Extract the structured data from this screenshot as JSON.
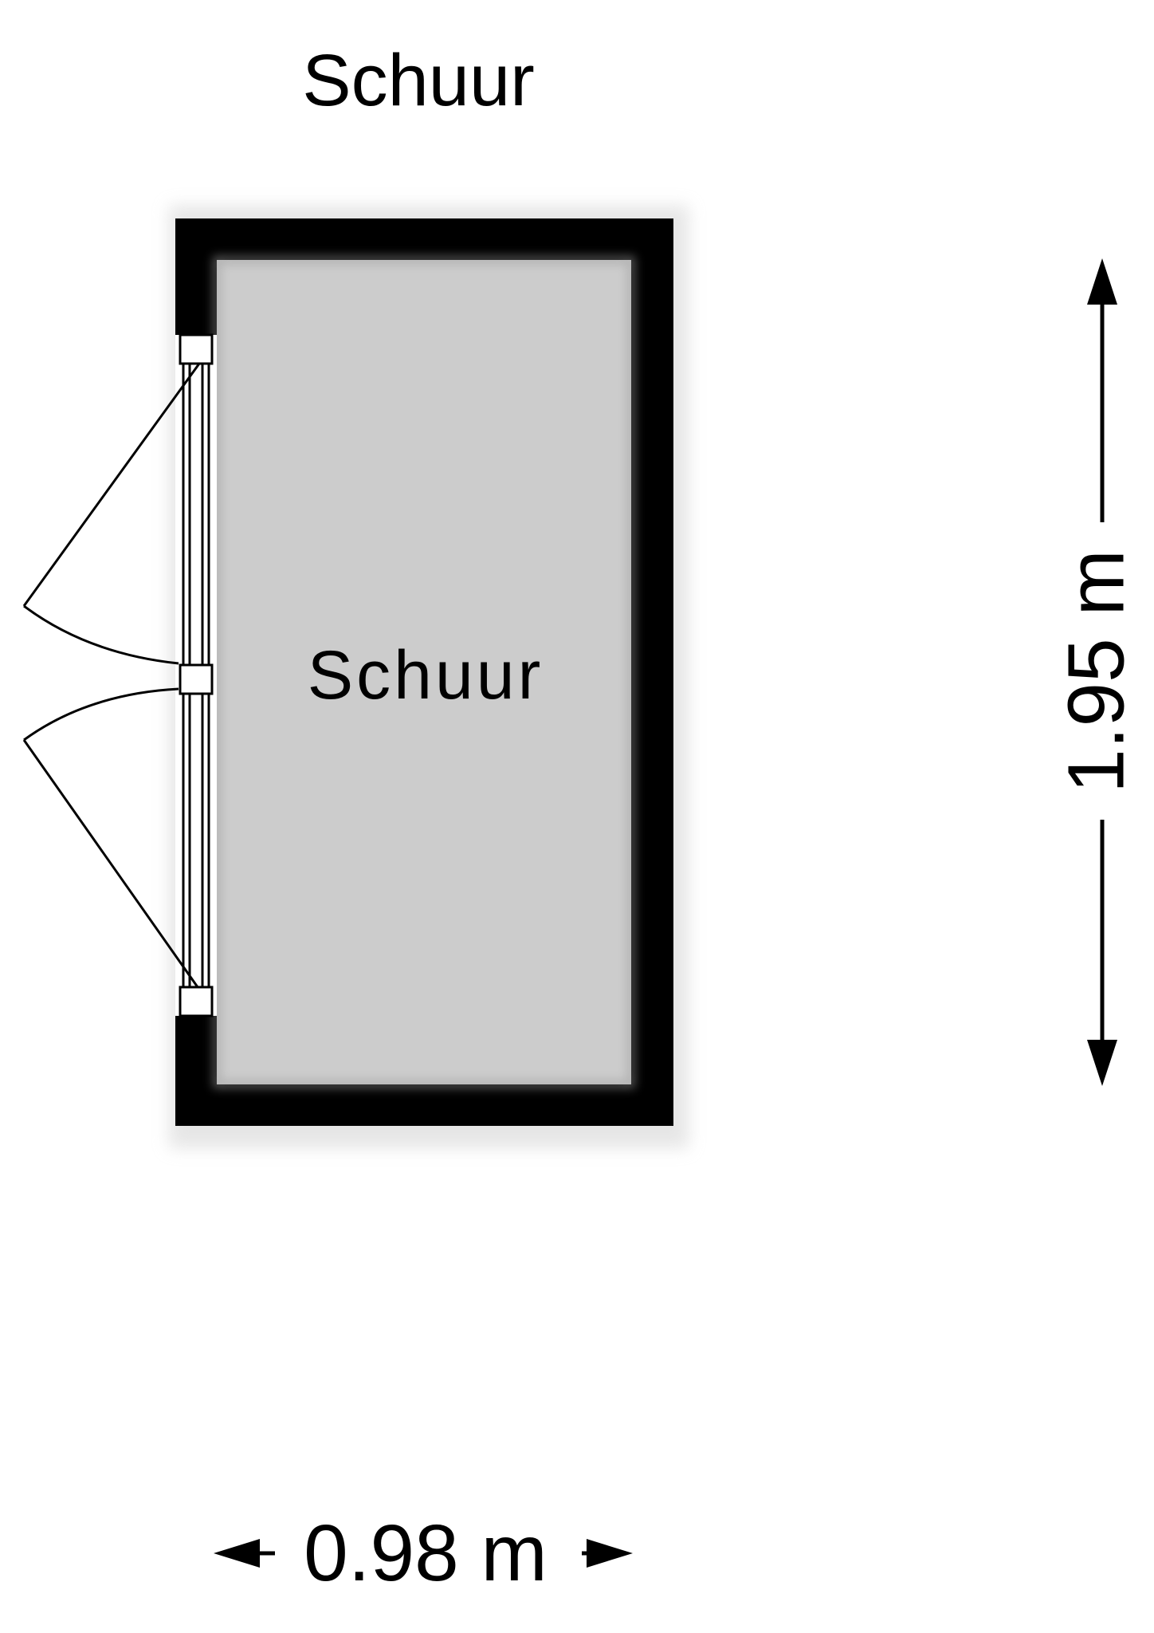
{
  "plan": {
    "title": "Schuur",
    "rooms": [
      {
        "name": "Schuur"
      }
    ],
    "dimensions": {
      "height_label": "1.95 m",
      "width_label": "0.98 m"
    },
    "colors": {
      "wall": "#000000",
      "floor": "#cccccc",
      "background": "#ffffff",
      "door_line": "#000000"
    }
  }
}
